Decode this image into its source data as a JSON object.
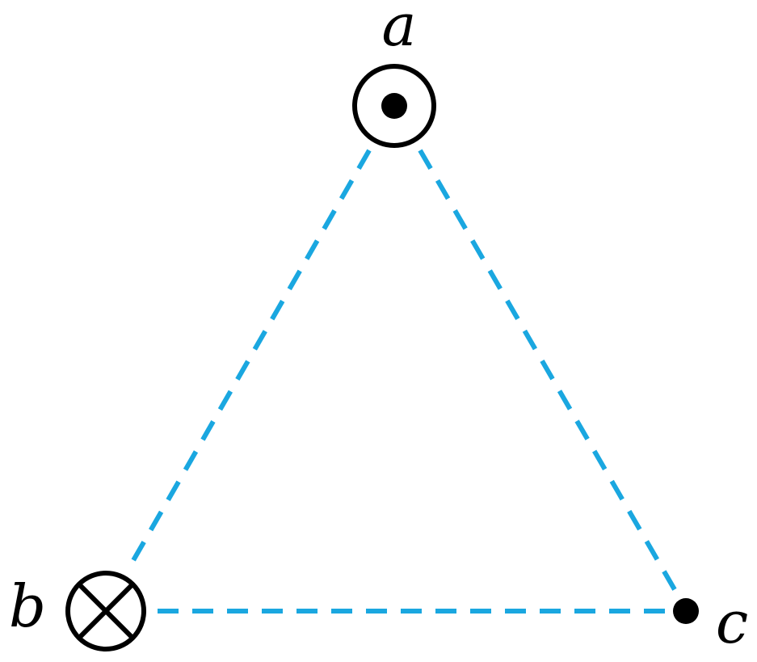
{
  "colors": {
    "edge": "#1aa7e0",
    "symbol": "#000000"
  },
  "diagram": {
    "edges": [
      {
        "from": "a",
        "to": "b",
        "style": "dashed"
      },
      {
        "from": "a",
        "to": "c",
        "style": "dashed"
      },
      {
        "from": "b",
        "to": "c",
        "style": "dashed"
      }
    ],
    "nodes": {
      "a": {
        "label": "a",
        "symbol": "dot-in-circle-icon"
      },
      "b": {
        "label": "b",
        "symbol": "cross-in-circle-icon"
      },
      "c": {
        "label": "c",
        "symbol": "filled-dot-icon"
      }
    }
  }
}
